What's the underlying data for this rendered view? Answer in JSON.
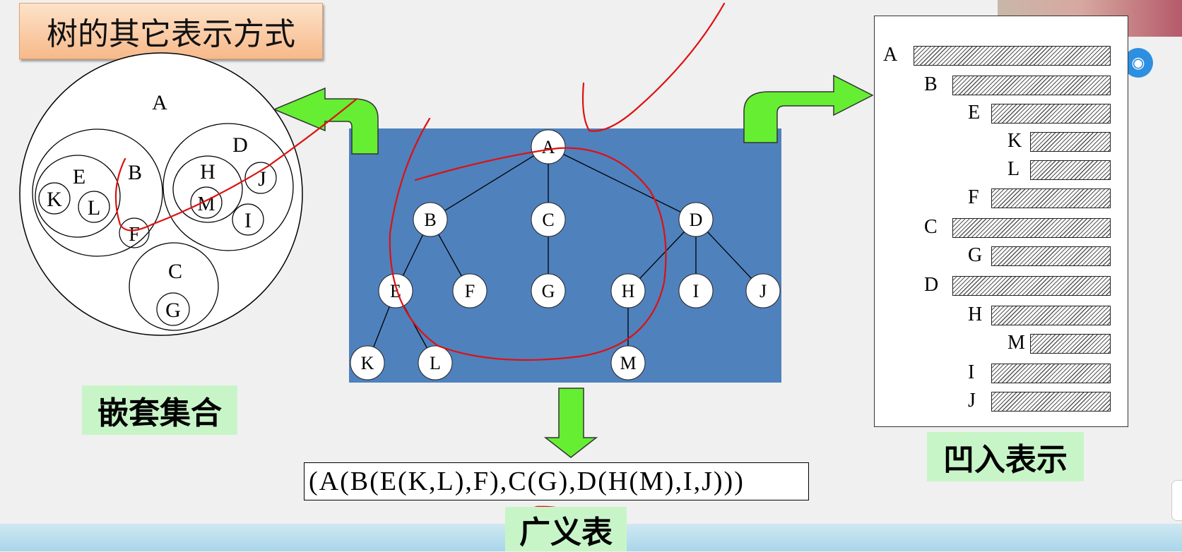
{
  "title": "树的其它表示方式",
  "labels": {
    "nested": "嵌套集合",
    "indented": "凹入表示",
    "generalized": "广义表"
  },
  "generalized_list": "(A(B(E(K,L),F),C(G),D(H(M),I,J)))",
  "tree": {
    "nodes": [
      "A",
      "B",
      "C",
      "D",
      "E",
      "F",
      "G",
      "H",
      "I",
      "J",
      "K",
      "L",
      "M"
    ],
    "edges": [
      [
        "A",
        "B"
      ],
      [
        "A",
        "C"
      ],
      [
        "A",
        "D"
      ],
      [
        "B",
        "E"
      ],
      [
        "B",
        "F"
      ],
      [
        "C",
        "G"
      ],
      [
        "D",
        "H"
      ],
      [
        "D",
        "I"
      ],
      [
        "D",
        "J"
      ],
      [
        "E",
        "K"
      ],
      [
        "E",
        "L"
      ],
      [
        "H",
        "M"
      ]
    ]
  },
  "nested_sets": {
    "root": "A",
    "sets": [
      "B",
      "E",
      "D",
      "H",
      "C"
    ],
    "leaves": [
      "K",
      "L",
      "F",
      "M",
      "J",
      "I",
      "G"
    ]
  },
  "indented_rows": [
    {
      "letter": "A",
      "level": 0
    },
    {
      "letter": "B",
      "level": 1
    },
    {
      "letter": "E",
      "level": 2
    },
    {
      "letter": "K",
      "level": 3
    },
    {
      "letter": "L",
      "level": 3
    },
    {
      "letter": "F",
      "level": 2
    },
    {
      "letter": "C",
      "level": 1
    },
    {
      "letter": "G",
      "level": 2
    },
    {
      "letter": "D",
      "level": 1
    },
    {
      "letter": "H",
      "level": 2
    },
    {
      "letter": "M",
      "level": 3
    },
    {
      "letter": "I",
      "level": 2
    },
    {
      "letter": "J",
      "level": 2
    }
  ],
  "mascot_icon": "monster-icon",
  "colors": {
    "tree_background": "#4f81bd",
    "arrow": "#66ee33",
    "annotation": "#dd1111",
    "label_background": "#c8f5c8"
  }
}
